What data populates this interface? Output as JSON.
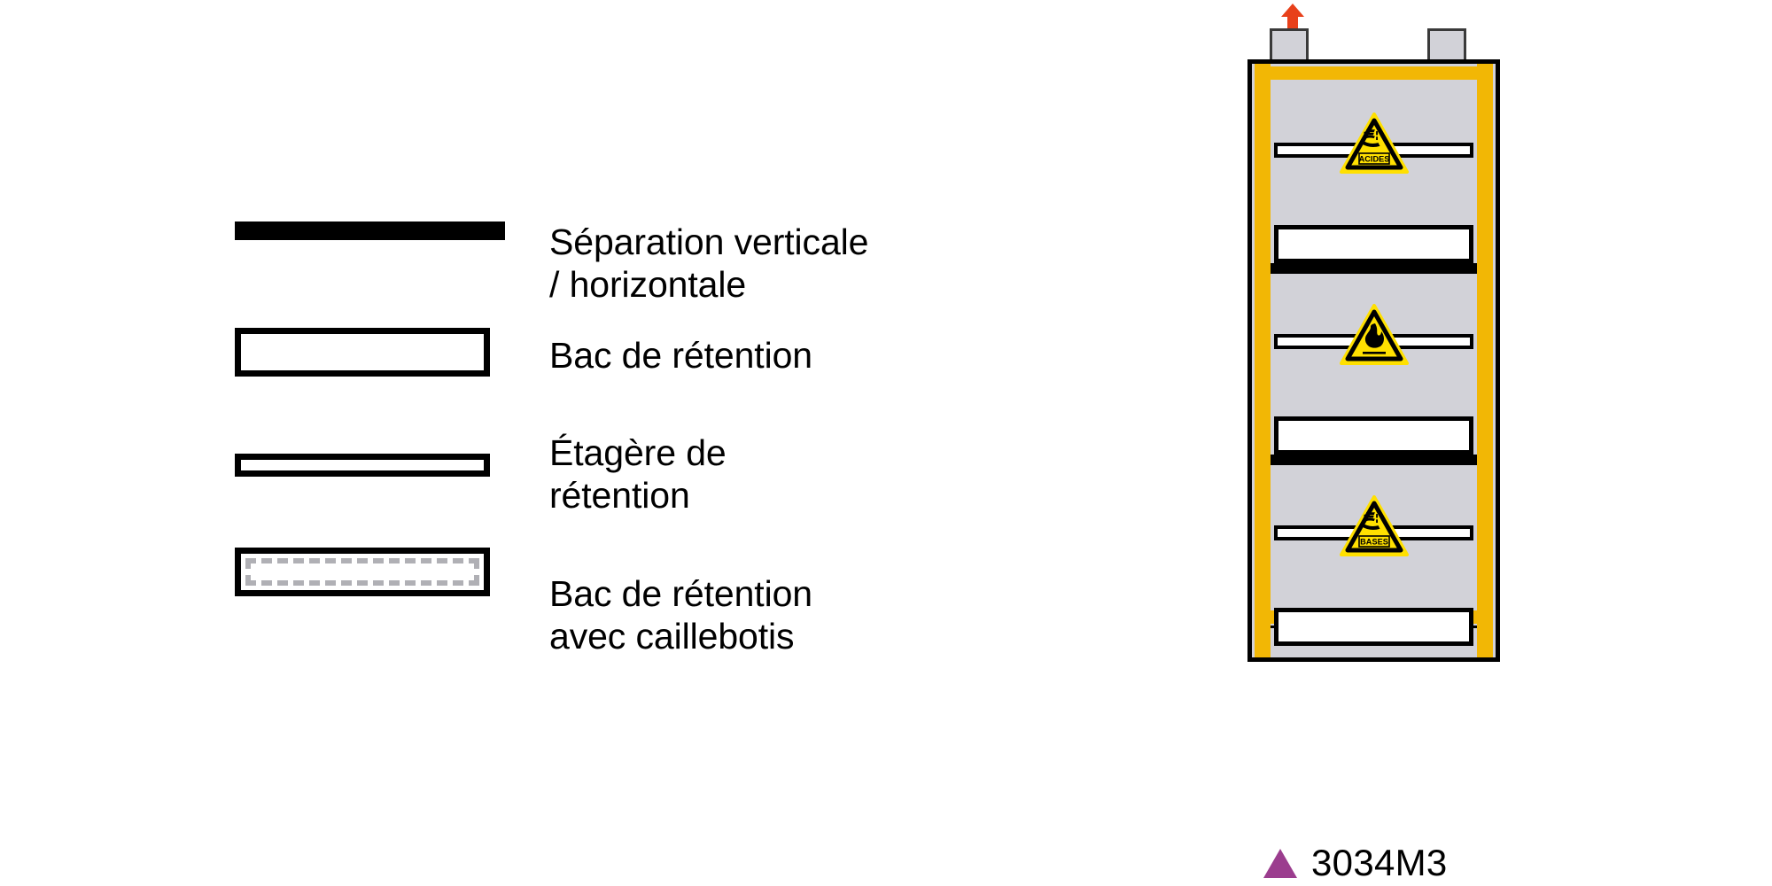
{
  "legend": {
    "items": [
      {
        "swatch": "separation-bar",
        "label": "Séparation verticale\n/ horizontale"
      },
      {
        "swatch": "retention-bin",
        "label": "Bac de rétention"
      },
      {
        "swatch": "retention-shelf",
        "label": "Étagère de\nrétention"
      },
      {
        "swatch": "retention-bin-grating",
        "label": "Bac de rétention\navec caillebotis"
      }
    ]
  },
  "cabinet": {
    "exhaust_arrow": "up-arrow-icon",
    "vents": [
      "vent-cap-left",
      "vent-cap-right"
    ],
    "compartments": [
      {
        "hazard_label": "ACIDES",
        "pictogram": "corrosive-hazard-icon"
      },
      {
        "hazard_label": "",
        "pictogram": "flammable-hazard-icon"
      },
      {
        "hazard_label": "BASES",
        "pictogram": "corrosive-hazard-icon"
      }
    ]
  },
  "product": {
    "code": "3034M3",
    "marker": "purple-triangle-icon"
  },
  "colors": {
    "cabinet_yellow": "#F2B705",
    "cabinet_grey": "#D2D2D8",
    "hazard_yellow": "#FFE000",
    "exhaust_red": "#E8401A",
    "marker_purple": "#9B3D8E",
    "outline_black": "#000000"
  }
}
